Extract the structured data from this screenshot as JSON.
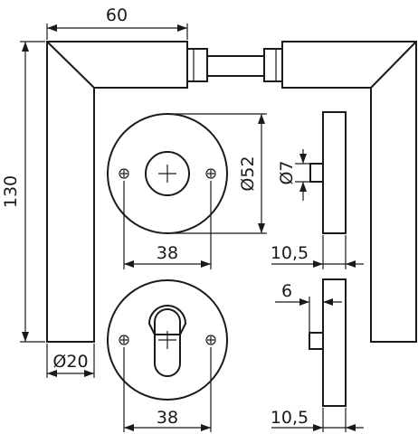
{
  "dimensions": {
    "lever_length": "60",
    "lever_height": "130",
    "grip_diameter": "Ø20",
    "rosette_diameter": "Ø52",
    "spindle_diameter": "Ø7",
    "key_hole_spacing": "38",
    "key_rosette_thickness": "10,5",
    "cylinder_protrusion": "6",
    "cylinder_hole_spacing": "38",
    "cylinder_rosette_thickness": "10,5"
  }
}
